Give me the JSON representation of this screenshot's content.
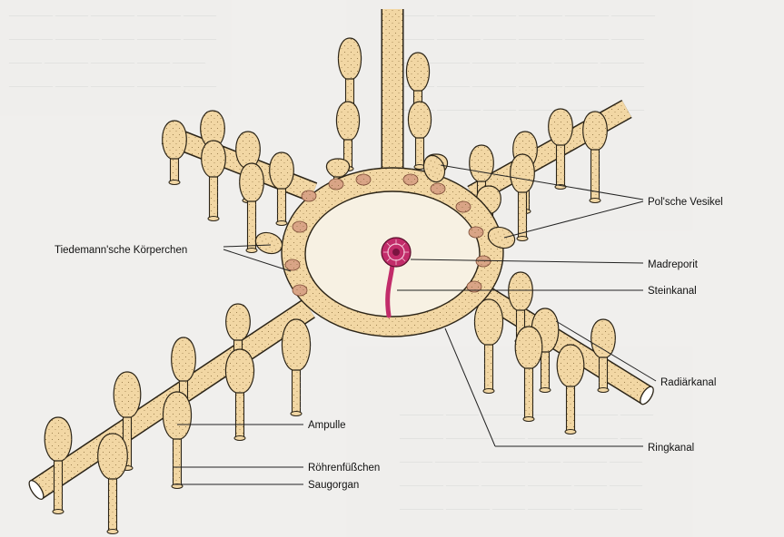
{
  "labels": {
    "polsche_vesikel": "Pol'sche Vesikel",
    "tiedemann": "Tiedemann'sche Körperchen",
    "madreporit": "Madreporit",
    "steinkanal": "Steinkanal",
    "radiaerkanal": "Radiärkanal",
    "ringkanal": "Ringkanal",
    "ampulle": "Ampulle",
    "roehrenfuesschen": "Röhrenfüßchen",
    "saugorgan": "Saugorgan"
  },
  "colors": {
    "canal_fill": "#f2d7a4",
    "canal_stroke": "#2b2417",
    "body_fill": "#f7e9c8",
    "tiedemann_fill": "#d9a486",
    "madreporit_fill": "#c22c6a",
    "leader_line": "#222222"
  }
}
